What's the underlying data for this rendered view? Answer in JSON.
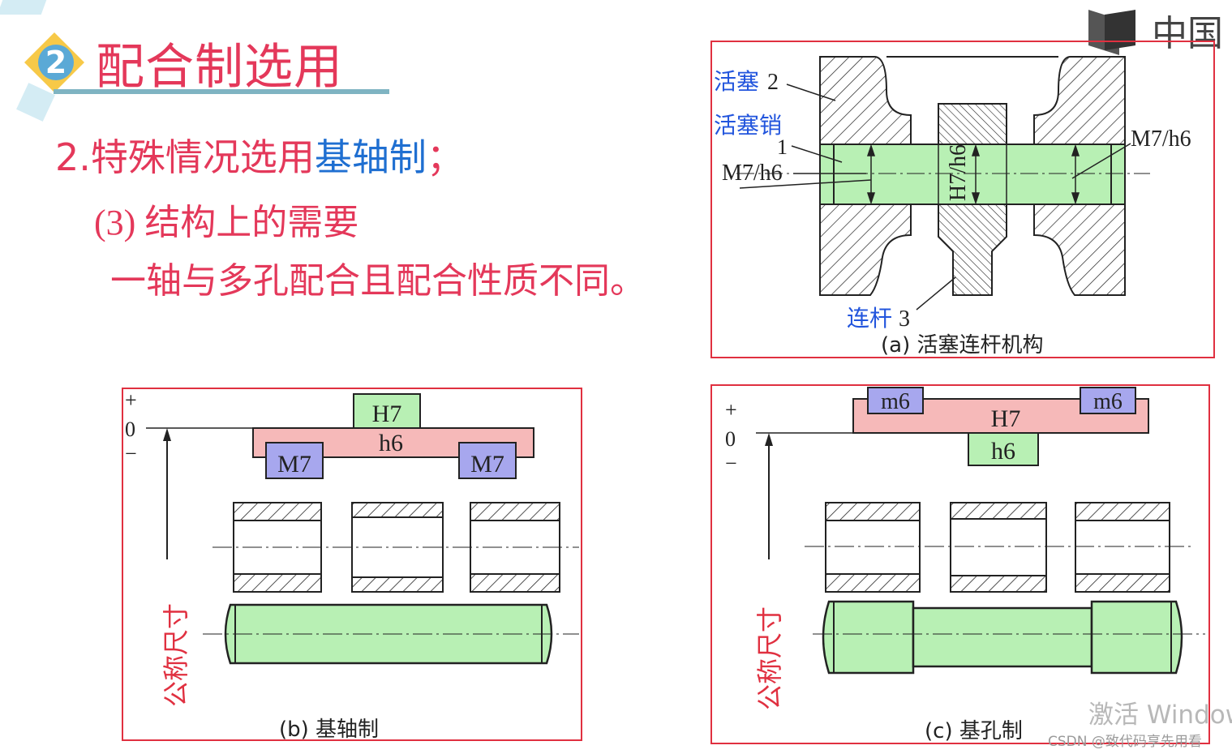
{
  "heading": {
    "badge_number": "2",
    "title": "配合制选用"
  },
  "body_text": {
    "line1_prefix": "2.特殊情况选用",
    "line1_highlight": "基轴制",
    "line1_suffix": "；",
    "line2_num": "(3) ",
    "line2_text": "结构上的需要",
    "line3": "一轴与多孔配合且配合性质不同。"
  },
  "figure_a": {
    "label_piston": "活塞",
    "label_piston_num": "2",
    "label_pin": "活塞销",
    "label_pin_num": "1",
    "label_fit_left": "M7/h6",
    "label_fit_right": "M7/h6",
    "label_fit_center": "H7/h6",
    "label_rod": "连杆",
    "label_rod_num": "3",
    "caption": "(a)  活塞连杆机构"
  },
  "figure_b": {
    "plus": "+",
    "zero": "0",
    "minus": "−",
    "hole_center": "H7",
    "shaft": "h6",
    "hole_left": "M7",
    "hole_right": "M7",
    "axis_label": "公称尺寸",
    "caption": "(b)  基轴制"
  },
  "figure_c": {
    "plus": "+",
    "zero": "0",
    "minus": "−",
    "hole": "H7",
    "shaft_center": "h6",
    "shaft_left": "m6",
    "shaft_right": "m6",
    "axis_label": "公称尺寸",
    "caption": "(c)  基孔制"
  },
  "overlay": {
    "logo_text": "中国",
    "activate_windows": "激活 Window",
    "csdn_credit": "CSDN @致代码享先用看"
  },
  "colors": {
    "title_red": "#e4385a",
    "highlight_blue": "#1f6fd1",
    "badge_yellow": "#f7c948",
    "green_fill": "#b8f0b4",
    "pink_fill": "#f6b9b9",
    "purple_fill": "#a7a7ee",
    "panel_border": "#e03040"
  }
}
